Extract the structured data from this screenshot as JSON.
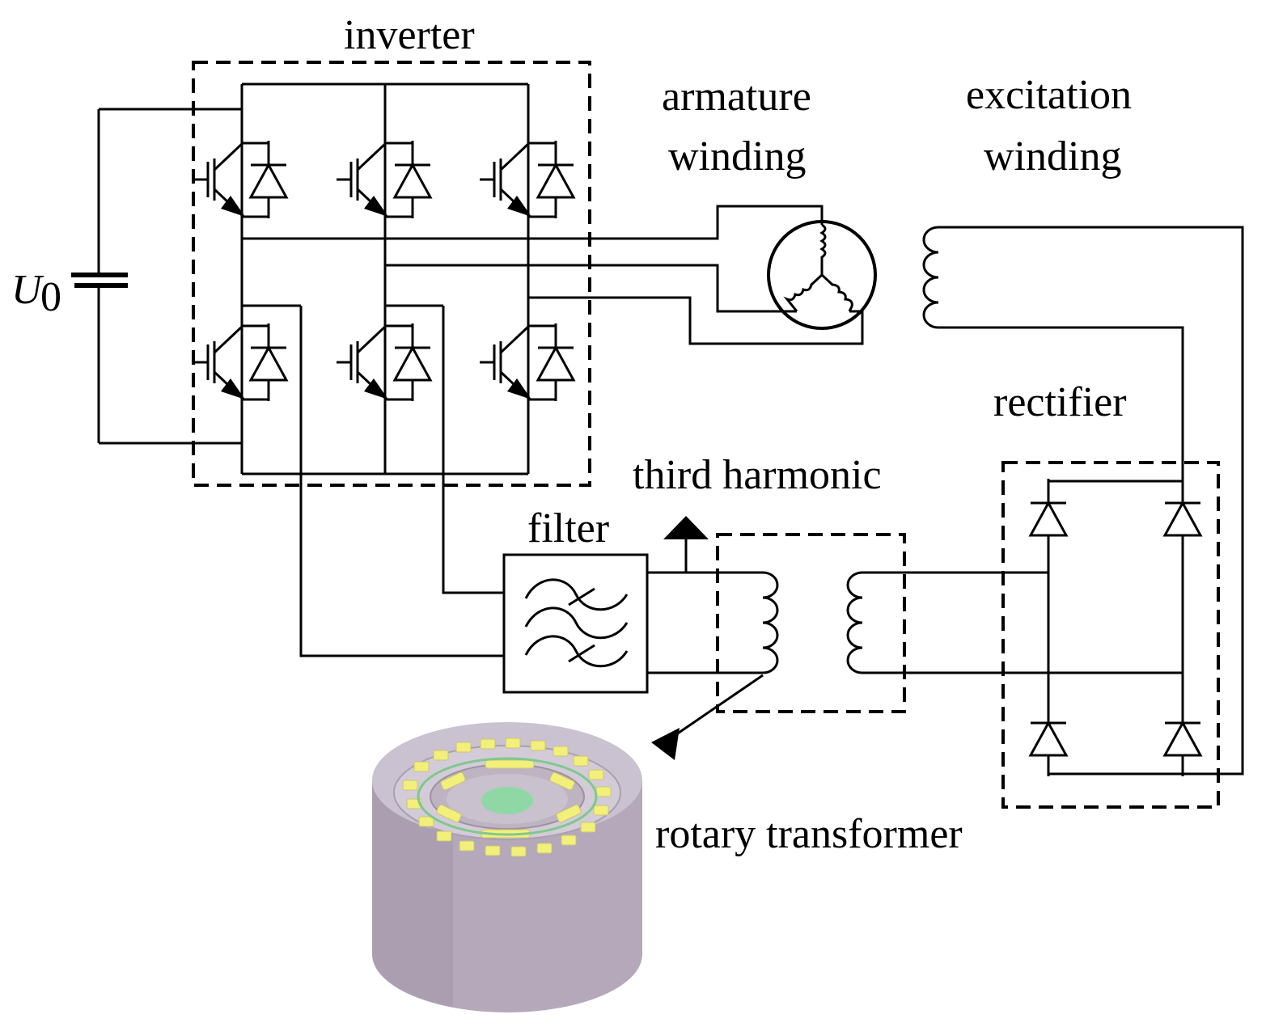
{
  "labels": {
    "inverter": "inverter",
    "armature_line1": "armature",
    "armature_line2": "winding",
    "excitation_line1": "excitation",
    "excitation_line2": "winding",
    "source_symbol": "U",
    "source_subscript": "0",
    "rectifier": "rectifier",
    "third_harmonic": "third harmonic",
    "filter": "filter",
    "rotary_transformer": "rotary transformer"
  },
  "icons": {
    "igbt": "igbt-switch-icon",
    "diode": "diode-icon",
    "motor": "three-phase-star-winding-icon",
    "coil": "inductor-coil-icon",
    "filter": "filter-sine-waves-icon",
    "battery": "dc-source-icon"
  },
  "colors": {
    "line": "#000000",
    "transformer_body": "#b5a9bb",
    "transformer_top": "#c9c1cf",
    "coil_yellow": "#f2ef7a",
    "core_green": "#8fd8a6"
  }
}
